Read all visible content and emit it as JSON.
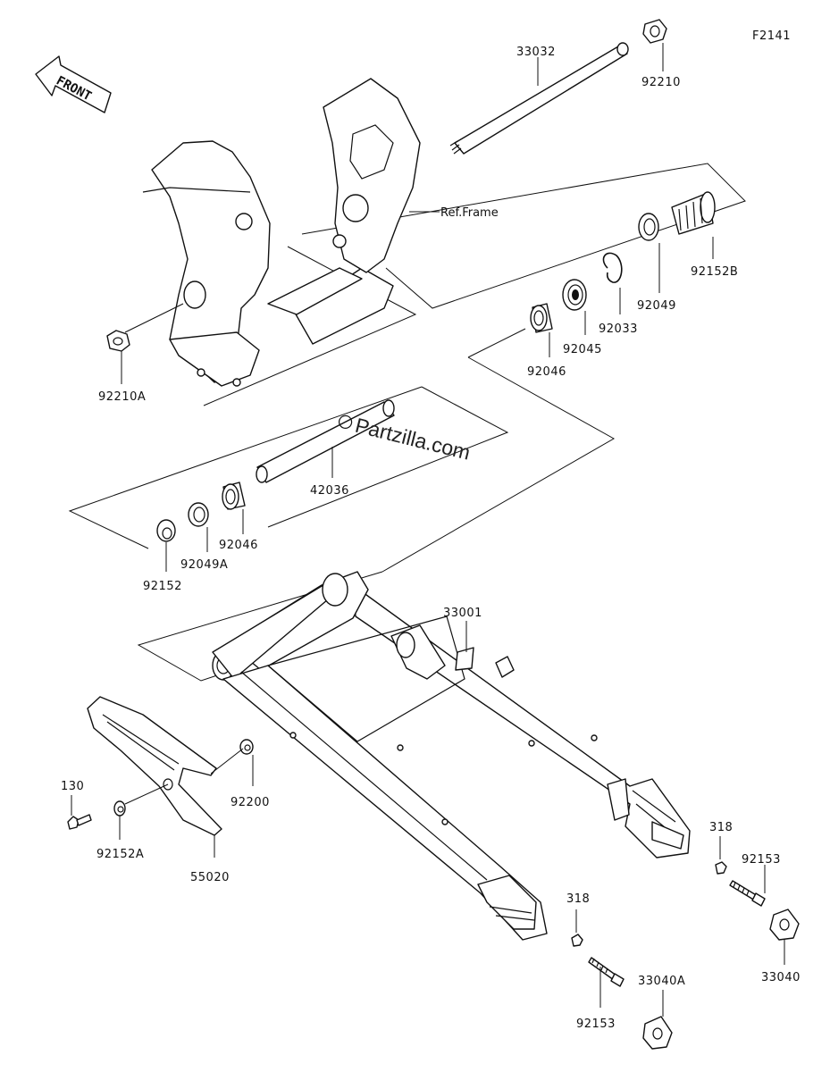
{
  "diagram_code": "F2141",
  "front_label": "FRONT",
  "ref_frame_label": "Ref.Frame",
  "watermark": "Partzilla.com",
  "parts": [
    {
      "id": "p33032",
      "number": "33032"
    },
    {
      "id": "p92210",
      "number": "92210"
    },
    {
      "id": "p92210A",
      "number": "92210A"
    },
    {
      "id": "p92152B",
      "number": "92152B"
    },
    {
      "id": "p92049",
      "number": "92049"
    },
    {
      "id": "p92033",
      "number": "92033"
    },
    {
      "id": "p92045",
      "number": "92045"
    },
    {
      "id": "p92046a",
      "number": "92046"
    },
    {
      "id": "p42036",
      "number": "42036"
    },
    {
      "id": "p92046b",
      "number": "92046"
    },
    {
      "id": "p92049A",
      "number": "92049A"
    },
    {
      "id": "p92152",
      "number": "92152"
    },
    {
      "id": "p33001",
      "number": "33001"
    },
    {
      "id": "p130",
      "number": "130"
    },
    {
      "id": "p92152A",
      "number": "92152A"
    },
    {
      "id": "p92200",
      "number": "92200"
    },
    {
      "id": "p55020",
      "number": "55020"
    },
    {
      "id": "p318a",
      "number": "318"
    },
    {
      "id": "p92153a",
      "number": "92153"
    },
    {
      "id": "p33040",
      "number": "33040"
    },
    {
      "id": "p318b",
      "number": "318"
    },
    {
      "id": "p92153b",
      "number": "92153"
    },
    {
      "id": "p33040A",
      "number": "33040A"
    }
  ]
}
